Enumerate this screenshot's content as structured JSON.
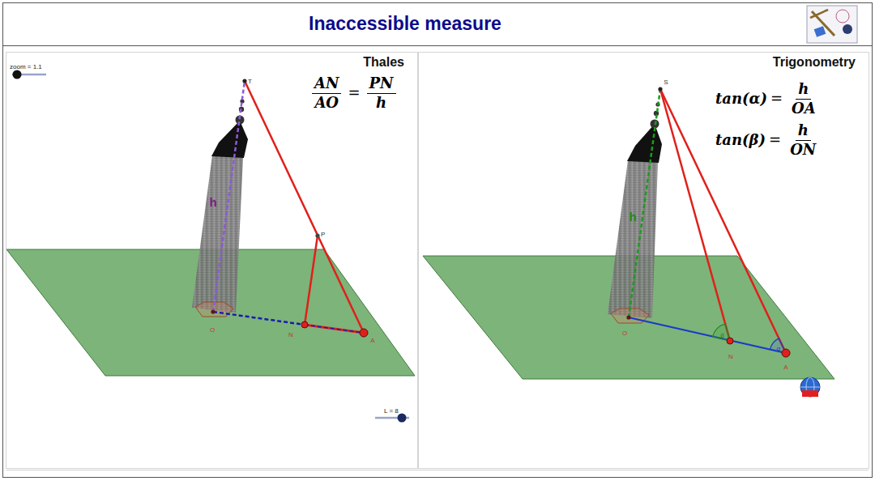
{
  "diagram": {
    "title": "Inaccessible measure",
    "nodes": [
      {
        "text": [
          "Thales"
        ]
      },
      {
        "text": [
          "Trigonometry"
        ]
      }
    ],
    "labels": [
      "zoom = 1.1",
      "L = 8",
      "AN",
      "AO",
      "=",
      "PN",
      "h",
      "T",
      "h",
      "P",
      "O",
      "N",
      "A",
      "tan(α)",
      "=",
      "h",
      "OA",
      "tan(β)",
      "=",
      "h",
      "ON",
      "S",
      "h",
      "β",
      "α",
      "O",
      "N",
      "A"
    ]
  }
}
